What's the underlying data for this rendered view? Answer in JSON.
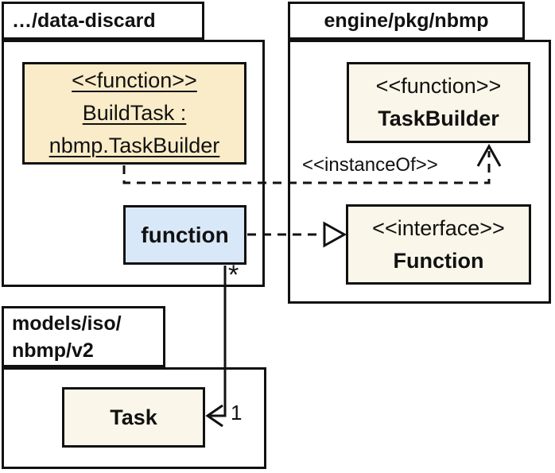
{
  "diagram": {
    "packages": {
      "data_discard": {
        "title": "…/data-discard"
      },
      "engine": {
        "title": "engine/pkg/nbmp"
      },
      "models": {
        "title_line1": "models/iso/",
        "title_line2": "nbmp/v2"
      }
    },
    "nodes": {
      "build_task": {
        "stereotype": "<<function>>",
        "name_line": "BuildTask :",
        "type_line": "nbmp.TaskBuilder"
      },
      "task_builder": {
        "stereotype": "<<function>>",
        "name": "TaskBuilder"
      },
      "function_instance": {
        "name": "function"
      },
      "function_interface": {
        "stereotype": "<<interface>>",
        "name": "Function"
      },
      "task": {
        "name": "Task"
      }
    },
    "edges": {
      "instance_of_label": "<<instanceOf>>",
      "multiplicity_star": "*",
      "multiplicity_one": "1"
    },
    "colors": {
      "gold_fill": "#FAECC8",
      "cream_fill": "#FAF6E9",
      "blue_fill": "#D9E8F8",
      "line": "#111111",
      "background": "#FFFFFF"
    }
  }
}
